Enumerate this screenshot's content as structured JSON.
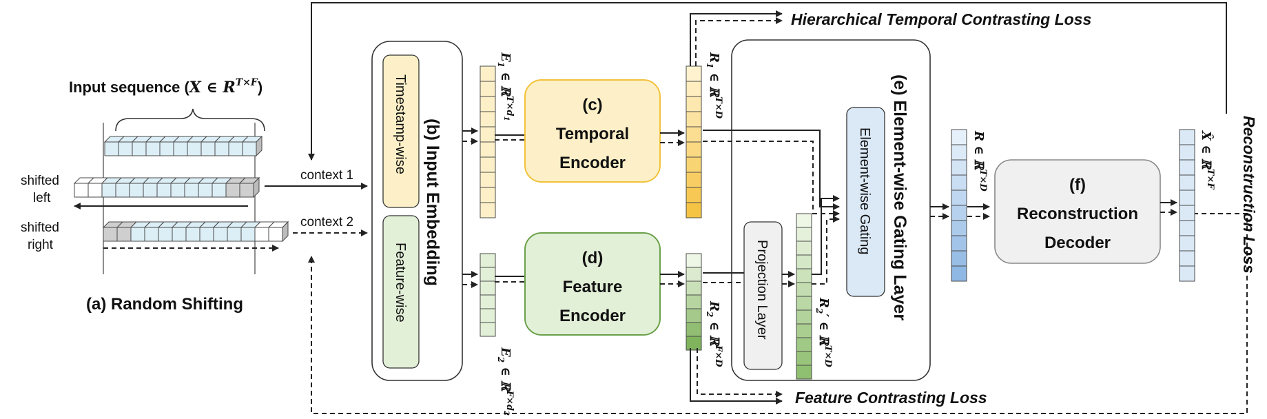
{
  "shifting": {
    "input_title": "Input sequence (",
    "input_math": "X ∈ R",
    "input_sup": "T×F",
    "input_close": ")",
    "shifted_left_1": "shifted",
    "shifted_left_2": "left",
    "shifted_right_1": "shifted",
    "shifted_right_2": "right",
    "caption": "(a) Random Shifting",
    "context1": "context 1",
    "context2": "context 2"
  },
  "embedding": {
    "title": "(b) Input Embedding",
    "timestamp_label": "Timestamp-wise",
    "feature_label": "Feature-wise",
    "e1_label": "E",
    "e1_sub": "1",
    "e1_space": " ∈ ℝ",
    "e1_sup": "T×d",
    "e1_sup_sub": "1",
    "e2_label": "E",
    "e2_sub": "2",
    "e2_space": " ∈ ℝ",
    "e2_sup": "F×d",
    "e2_sup_sub": "2"
  },
  "temporal": {
    "line1": "(c)",
    "line2": "Temporal",
    "line3": "Encoder",
    "r1_label": "R",
    "r1_sub": "1",
    "r1_space": " ∈ ℝ",
    "r1_sup": "T×D"
  },
  "feature": {
    "line1": "(d)",
    "line2": "Feature",
    "line3": "Encoder",
    "r2_label": "R",
    "r2_sub": "2",
    "r2_space": " ∈ ℝ",
    "r2_sup": "F×D"
  },
  "gating": {
    "title": "(e) Element-wise Gating Layer",
    "projection": "Projection Layer",
    "elementwise": "Element-wise Gating",
    "r2p_label": "R",
    "r2p_sub": "2",
    "r2p_prime": "′",
    "r2p_space": " ∈ ℝ",
    "r2p_sup": "T×D",
    "r_label": "R",
    "r_space": " ∈ ℝ",
    "r_sup": "T×D"
  },
  "decoder": {
    "line1": "(f)",
    "line2": "Reconstruction",
    "line3": "Decoder",
    "xhat_label": "X̂",
    "xhat_space": " ∈ ℝ",
    "xhat_sup": "T×F"
  },
  "losses": {
    "hierarchical": "Hierarchical Temporal Contrasting Loss",
    "feature": "Feature Contrasting Loss",
    "reconstruction": "Reconstruction Loss"
  },
  "colors": {
    "yellow_fill": "#fdf0c8",
    "yellow_stroke": "#f2c23a",
    "green_fill": "#e3f0d8",
    "green_stroke": "#6aa14a",
    "blue_fill": "#dbe9f6",
    "gray_fill": "#f0f0f0"
  }
}
